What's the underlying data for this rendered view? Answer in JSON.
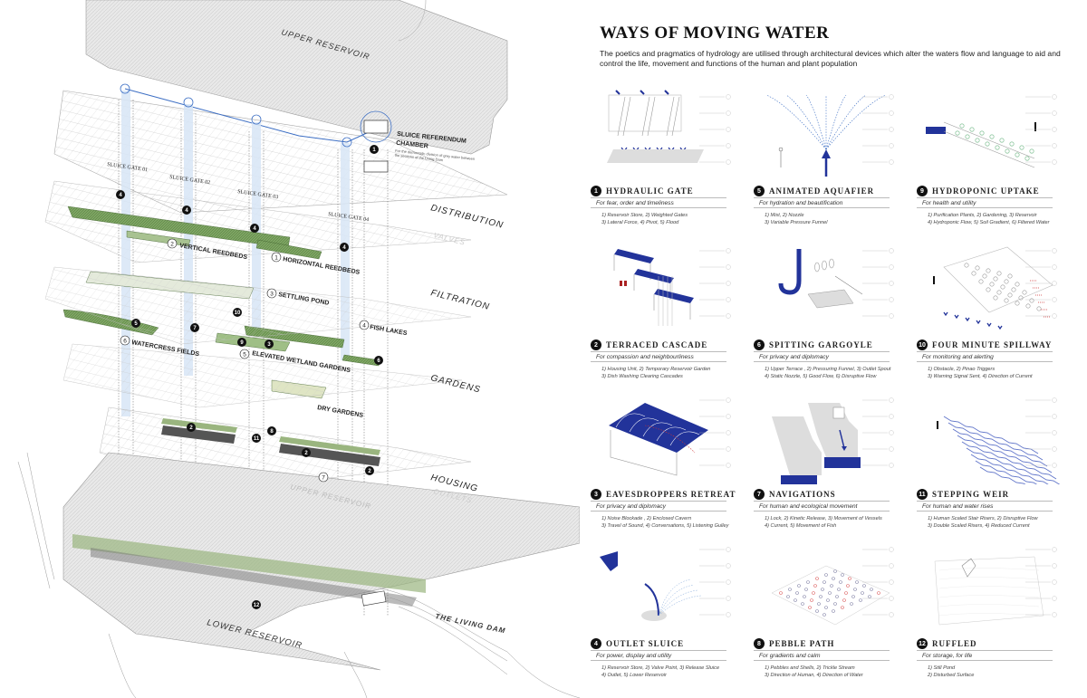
{
  "header": {
    "title": "WAYS OF MOVING WATER",
    "intro": "The poetics and pragmatics of hydrology are utilised through architectural devices which alter the waters flow and language to aid and control the life, movement and functions of the human and plant population"
  },
  "colors": {
    "accent_blue": "#22339a",
    "water_blue": "#3d6fc4",
    "reed_green": "#6f9a55",
    "grid_grey": "#bdbdbd",
    "text": "#222222"
  },
  "axonometric": {
    "layers": {
      "upper_reservoir": "UPPER RESERVOIR",
      "distribution": "DISTRIBUTION",
      "valves": "VALVES",
      "filtration": "FILTRATION",
      "gardens": "GARDENS",
      "housing": "HOUSING",
      "outlets": "OUTLETS",
      "upper_reservoir_faint": "UPPER RESERVOIR",
      "lower_reservoir": "LOWER RESERVOIR",
      "living_dam": "THE LIVING DAM"
    },
    "sluice_gates": [
      "SLUICE GATE 01",
      "SLUICE GATE 02",
      "SLUICE GATE 03",
      "SLUICE GATE 04"
    ],
    "chamber": {
      "title_1": "SLUICE REFERENDUM",
      "title_2": "CHAMBER",
      "desc_1": "For the democratic division of grey water between",
      "desc_2": "the sections of the Living Dam"
    },
    "zones": [
      {
        "n": "1",
        "name": "HORIZONTAL REEDBEDS"
      },
      {
        "n": "2",
        "name": "VERTICAL REEDBEDS"
      },
      {
        "n": "3",
        "name": "SETTLING POND"
      },
      {
        "n": "4",
        "name": "FISH LAKES"
      },
      {
        "n": "5",
        "name": "ELEVATED WETLAND GARDENS"
      },
      {
        "n": "6",
        "name": "WATERCRESS FIELDS"
      },
      {
        "n": "7",
        "name": ""
      }
    ],
    "dry_gardens": "DRY GARDENS",
    "markers": [
      "1",
      "4",
      "4",
      "4",
      "4",
      "5",
      "7",
      "10",
      "9",
      "3",
      "6",
      "2",
      "11",
      "8",
      "2",
      "2",
      "12"
    ]
  },
  "devices": [
    {
      "n": "1",
      "title": "HYDRAULIC GATE",
      "purpose": "For fear, order and timeliness",
      "items": [
        "1) Reservoir Store, 2) Weighted Gates",
        "3) Lateral Force, 4) Pivot, 5) Flood"
      ]
    },
    {
      "n": "5",
      "title": "ANIMATED AQUAFIER",
      "purpose": "For hydration and beautification",
      "items": [
        "1) Mist, 2) Nozzle",
        "3) Variable Pressure Funnel"
      ]
    },
    {
      "n": "9",
      "title": "HYDROPONIC UPTAKE",
      "purpose": "For health and utility",
      "items": [
        "1) Purification Plants, 2) Gardening, 3) Reservoir",
        "4) Hydroponic Flow, 5) Soil Gradient, 6) Filtered Water"
      ]
    },
    {
      "n": "2",
      "title": "TERRACED CASCADE",
      "purpose": "For compassion and neighbourliness",
      "items": [
        "1) Housing Unit, 2) Temporary Reservoir Garden",
        "3) Dish Washing Clearing Cascades"
      ]
    },
    {
      "n": "6",
      "title": "SPITTING GARGOYLE",
      "purpose": "For privacy and diplomacy",
      "items": [
        "1) Upper Terrace , 2) Pressuring Funnel, 3) Outlet Spout",
        "4) Static Nozzle, 5) Good Flow, 6) Disruptive Flow"
      ]
    },
    {
      "n": "10",
      "title": "FOUR MINUTE SPILLWAY",
      "purpose": "For monitoring and alerting",
      "items": [
        "1) Obstacle, 2) Pinao Triggers",
        "3) Warning Signal Sent, 4) Direction of Current"
      ]
    },
    {
      "n": "3",
      "title": "EAVESDROPPERS RETREAT",
      "purpose": "For privacy and diplomacy",
      "items": [
        "1) Noise Blockade , 2) Enclosed Cavern",
        "3) Travel of Sound, 4) Conversations, 5) Listening Gulley"
      ]
    },
    {
      "n": "7",
      "title": "NAVIGATIONS",
      "purpose": "For human and ecological movement",
      "items": [
        "1) Lock, 2) Kinetic Release, 3) Movement of Vessels",
        "4) Current, 5) Movement of Fish"
      ]
    },
    {
      "n": "11",
      "title": "STEPPING WEIR",
      "purpose": "For human and water rises",
      "items": [
        "1) Human Scaled Stair Risers, 2) Disruptive Flow",
        "3) Double Scaled Risers, 4) Reduced Current"
      ]
    },
    {
      "n": "4",
      "title": "OUTLET SLUICE",
      "purpose": "For power, display and utility",
      "items": [
        "1) Reservoir Store, 2) Valve Point, 3) Release Sluice",
        "4) Outlet, 5) Lower Reservoir"
      ]
    },
    {
      "n": "8",
      "title": "PEBBLE PATH",
      "purpose": "For gradients and calm",
      "items": [
        "1) Pebbles and Shells, 2) Trickle Stream",
        "3) Direction of Human, 4) Direction of Water"
      ]
    },
    {
      "n": "12",
      "title": "RUFFLED",
      "purpose": "For storage, for life",
      "items": [
        "1) Still Pond",
        "2) Disturbed Surface"
      ]
    }
  ]
}
